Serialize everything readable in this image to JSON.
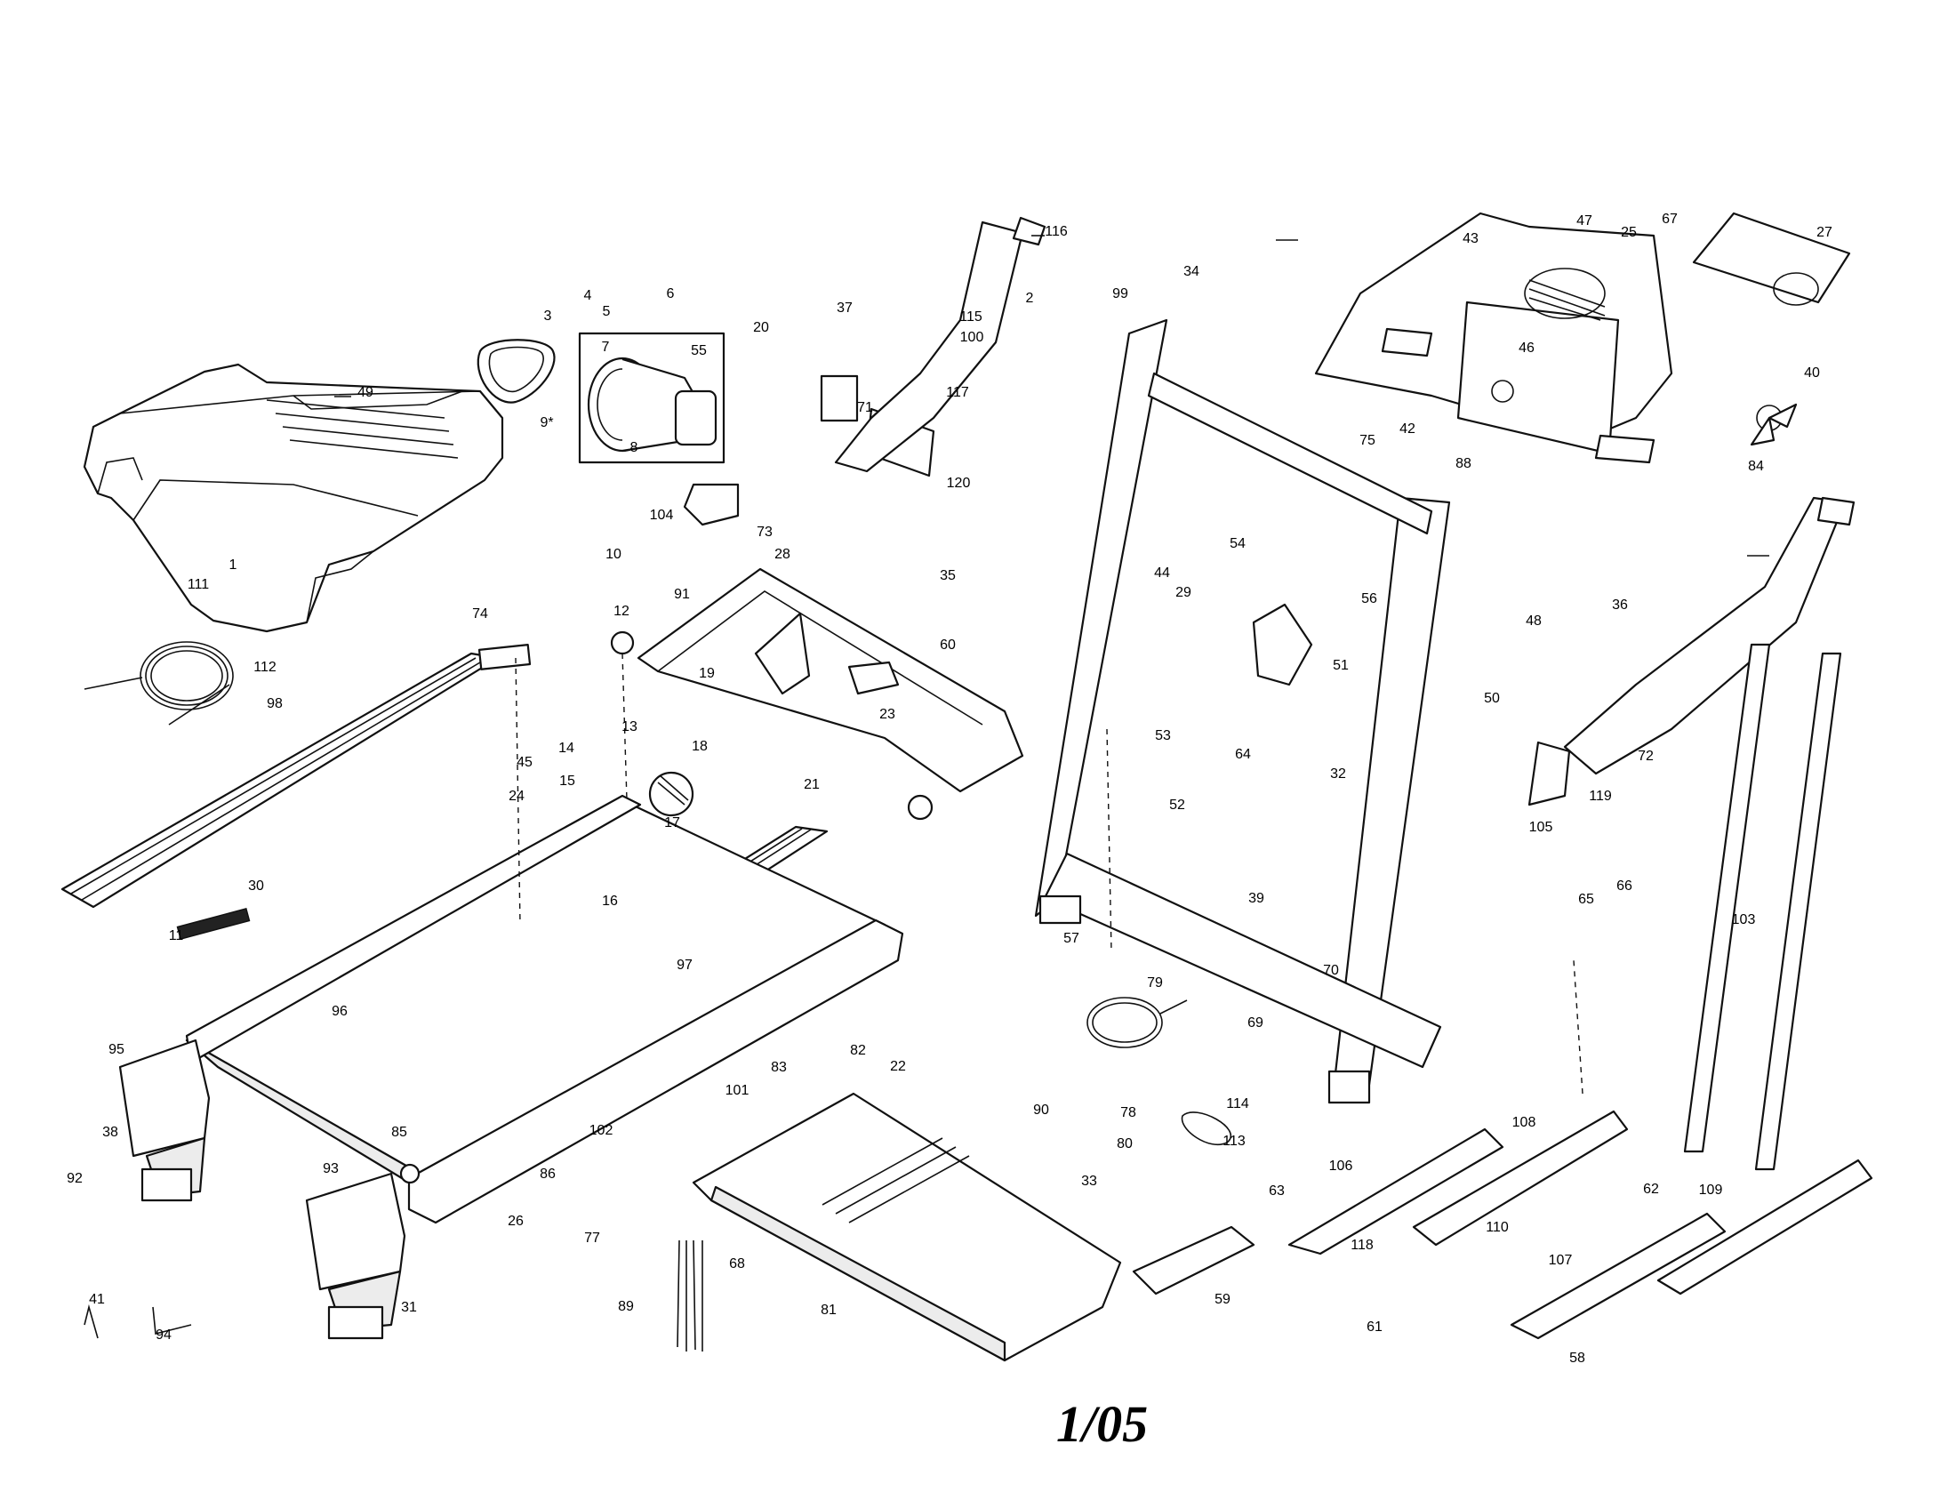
{
  "page_code": "1/05",
  "callouts": [
    {
      "id": "c-1",
      "text": "1"
    },
    {
      "id": "c-2",
      "text": "2"
    },
    {
      "id": "c-3",
      "text": "3"
    },
    {
      "id": "c-4",
      "text": "4"
    },
    {
      "id": "c-5",
      "text": "5"
    },
    {
      "id": "c-6",
      "text": "6"
    },
    {
      "id": "c-7",
      "text": "7"
    },
    {
      "id": "c-8",
      "text": "8"
    },
    {
      "id": "c-9",
      "text": "9*"
    },
    {
      "id": "c-10",
      "text": "10"
    },
    {
      "id": "c-11",
      "text": "11"
    },
    {
      "id": "c-12",
      "text": "12"
    },
    {
      "id": "c-13",
      "text": "13"
    },
    {
      "id": "c-14",
      "text": "14"
    },
    {
      "id": "c-15",
      "text": "15"
    },
    {
      "id": "c-16",
      "text": "16"
    },
    {
      "id": "c-17",
      "text": "17"
    },
    {
      "id": "c-18",
      "text": "18"
    },
    {
      "id": "c-19",
      "text": "19"
    },
    {
      "id": "c-20",
      "text": "20"
    },
    {
      "id": "c-21",
      "text": "21"
    },
    {
      "id": "c-22",
      "text": "22"
    },
    {
      "id": "c-23",
      "text": "23"
    },
    {
      "id": "c-24",
      "text": "24"
    },
    {
      "id": "c-25",
      "text": "25"
    },
    {
      "id": "c-26",
      "text": "26"
    },
    {
      "id": "c-27",
      "text": "27"
    },
    {
      "id": "c-28",
      "text": "28"
    },
    {
      "id": "c-29",
      "text": "29"
    },
    {
      "id": "c-30",
      "text": "30"
    },
    {
      "id": "c-31",
      "text": "31"
    },
    {
      "id": "c-32",
      "text": "32"
    },
    {
      "id": "c-33",
      "text": "33"
    },
    {
      "id": "c-34",
      "text": "34"
    },
    {
      "id": "c-35",
      "text": "35"
    },
    {
      "id": "c-36",
      "text": "36"
    },
    {
      "id": "c-37",
      "text": "37"
    },
    {
      "id": "c-38",
      "text": "38"
    },
    {
      "id": "c-39",
      "text": "39"
    },
    {
      "id": "c-40",
      "text": "40"
    },
    {
      "id": "c-41",
      "text": "41"
    },
    {
      "id": "c-42",
      "text": "42"
    },
    {
      "id": "c-43",
      "text": "43"
    },
    {
      "id": "c-44",
      "text": "44"
    },
    {
      "id": "c-45",
      "text": "45"
    },
    {
      "id": "c-46",
      "text": "46"
    },
    {
      "id": "c-47",
      "text": "47"
    },
    {
      "id": "c-48",
      "text": "48"
    },
    {
      "id": "c-49",
      "text": "49"
    },
    {
      "id": "c-50",
      "text": "50"
    },
    {
      "id": "c-51",
      "text": "51"
    },
    {
      "id": "c-52",
      "text": "52"
    },
    {
      "id": "c-53",
      "text": "53"
    },
    {
      "id": "c-54",
      "text": "54"
    },
    {
      "id": "c-55",
      "text": "55"
    },
    {
      "id": "c-56",
      "text": "56"
    },
    {
      "id": "c-57",
      "text": "57"
    },
    {
      "id": "c-58",
      "text": "58"
    },
    {
      "id": "c-59",
      "text": "59"
    },
    {
      "id": "c-60",
      "text": "60"
    },
    {
      "id": "c-61",
      "text": "61"
    },
    {
      "id": "c-62",
      "text": "62"
    },
    {
      "id": "c-63",
      "text": "63"
    },
    {
      "id": "c-64",
      "text": "64"
    },
    {
      "id": "c-65",
      "text": "65"
    },
    {
      "id": "c-66",
      "text": "66"
    },
    {
      "id": "c-67",
      "text": "67"
    },
    {
      "id": "c-68",
      "text": "68"
    },
    {
      "id": "c-69",
      "text": "69"
    },
    {
      "id": "c-70",
      "text": "70"
    },
    {
      "id": "c-71",
      "text": "71"
    },
    {
      "id": "c-72",
      "text": "72"
    },
    {
      "id": "c-73",
      "text": "73"
    },
    {
      "id": "c-74",
      "text": "74"
    },
    {
      "id": "c-75",
      "text": "75"
    },
    {
      "id": "c-77",
      "text": "77"
    },
    {
      "id": "c-78",
      "text": "78"
    },
    {
      "id": "c-79",
      "text": "79"
    },
    {
      "id": "c-80",
      "text": "80"
    },
    {
      "id": "c-81",
      "text": "81"
    },
    {
      "id": "c-82",
      "text": "82"
    },
    {
      "id": "c-83",
      "text": "83"
    },
    {
      "id": "c-84",
      "text": "84"
    },
    {
      "id": "c-85",
      "text": "85"
    },
    {
      "id": "c-86",
      "text": "86"
    },
    {
      "id": "c-88",
      "text": "88"
    },
    {
      "id": "c-89",
      "text": "89"
    },
    {
      "id": "c-90",
      "text": "90"
    },
    {
      "id": "c-91",
      "text": "91"
    },
    {
      "id": "c-92",
      "text": "92"
    },
    {
      "id": "c-93",
      "text": "93"
    },
    {
      "id": "c-94",
      "text": "94"
    },
    {
      "id": "c-95",
      "text": "95"
    },
    {
      "id": "c-96",
      "text": "96"
    },
    {
      "id": "c-97",
      "text": "97"
    },
    {
      "id": "c-98",
      "text": "98"
    },
    {
      "id": "c-99",
      "text": "99"
    },
    {
      "id": "c-100",
      "text": "100"
    },
    {
      "id": "c-101",
      "text": "101"
    },
    {
      "id": "c-102",
      "text": "102"
    },
    {
      "id": "c-103",
      "text": "103"
    },
    {
      "id": "c-104",
      "text": "104"
    },
    {
      "id": "c-105",
      "text": "105"
    },
    {
      "id": "c-106",
      "text": "106"
    },
    {
      "id": "c-107",
      "text": "107"
    },
    {
      "id": "c-108",
      "text": "108"
    },
    {
      "id": "c-109",
      "text": "109"
    },
    {
      "id": "c-110",
      "text": "110"
    },
    {
      "id": "c-111",
      "text": "111"
    },
    {
      "id": "c-112",
      "text": "112"
    },
    {
      "id": "c-113",
      "text": "113"
    },
    {
      "id": "c-114",
      "text": "114"
    },
    {
      "id": "c-115",
      "text": "115"
    },
    {
      "id": "c-116",
      "text": "116"
    },
    {
      "id": "c-117",
      "text": "117"
    },
    {
      "id": "c-118",
      "text": "118"
    },
    {
      "id": "c-119",
      "text": "119"
    },
    {
      "id": "c-120",
      "text": "120"
    }
  ]
}
